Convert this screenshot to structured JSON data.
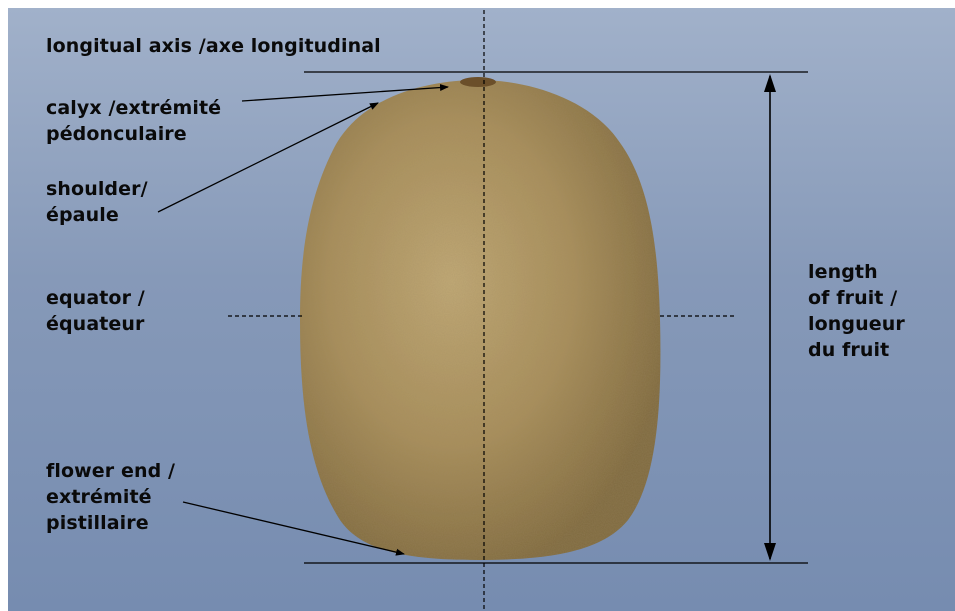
{
  "colors": {
    "background_top": "#a1b1ca",
    "background_bottom": "#768cb0",
    "fruit_skin": "#a88f5c",
    "lines": "#000000"
  },
  "labels": {
    "axis": "longitual axis /axe longitudinal",
    "calyx": [
      "calyx /extrémité",
      "pédonculaire"
    ],
    "shoulder": [
      "shoulder/",
      "épaule"
    ],
    "equator": [
      "equator /",
      "équateur"
    ],
    "flower_end": [
      "flower end /",
      "extrémité",
      "pistillaire"
    ],
    "length": [
      "length",
      "of fruit /",
      "longueur",
      "du fruit"
    ]
  }
}
